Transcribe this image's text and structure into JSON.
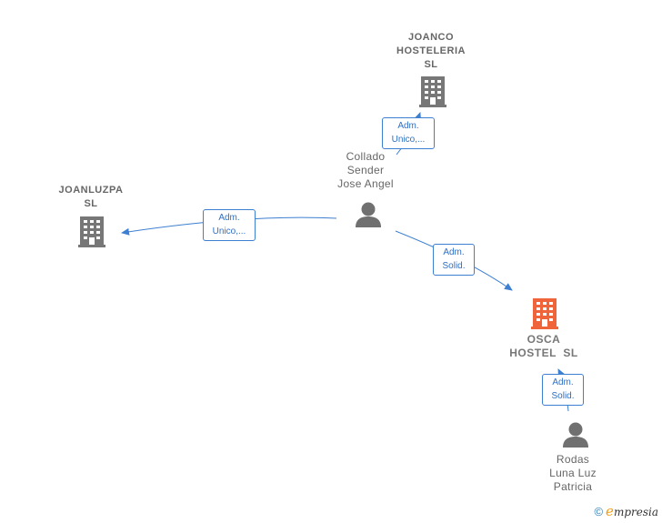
{
  "colors": {
    "edge": "#3d7fd1",
    "company": "#777777",
    "company_highlight": "#f0643c",
    "person": "#707070"
  },
  "nodes": {
    "joanco": {
      "name_lines": [
        "JOANCO",
        "HOSTELERIA",
        "SL"
      ],
      "type": "company",
      "icon": "building-icon"
    },
    "joanluzpa": {
      "name_lines": [
        "JOANLUZPA",
        "SL"
      ],
      "type": "company",
      "icon": "building-icon"
    },
    "osca": {
      "name_lines": [
        "OSCA",
        "HOSTEL  SL"
      ],
      "type": "company",
      "highlight": true,
      "icon": "building-icon"
    },
    "collado": {
      "name_lines": [
        "Collado",
        "Sender",
        "Jose Angel"
      ],
      "type": "person",
      "icon": "person-icon"
    },
    "rodas": {
      "name_lines": [
        "Rodas",
        "Luna Luz",
        "Patricia"
      ],
      "type": "person",
      "icon": "person-icon"
    }
  },
  "edges": {
    "collado_joanco": {
      "label_lines": [
        "Adm.",
        "Unico,..."
      ]
    },
    "collado_joanluzpa": {
      "label_lines": [
        "Adm.",
        "Unico,..."
      ]
    },
    "collado_osca": {
      "label_lines": [
        "Adm.",
        "Solid."
      ]
    },
    "rodas_osca": {
      "label_lines": [
        "Adm.",
        "Solid."
      ]
    }
  },
  "footer": {
    "copyright": "©",
    "brand_first": "e",
    "brand_rest": "mpresia"
  }
}
